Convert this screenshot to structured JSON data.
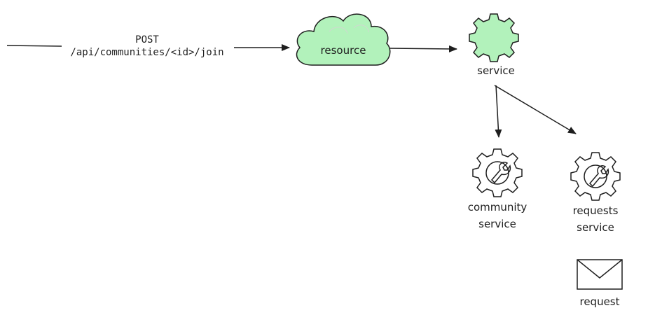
{
  "colors": {
    "stroke": "#1e1e1e",
    "resource_fill": "#b2f2bb",
    "service_fill": "#b2f2bb"
  },
  "edge_label": {
    "method": "POST",
    "path": "/api/communities/<id>/join"
  },
  "nodes": {
    "resource": {
      "label": "resource",
      "icon": "cloud-icon"
    },
    "service": {
      "label": "service",
      "icon": "gear-icon"
    },
    "community_service": {
      "line1": "community",
      "line2": "service",
      "icon": "wrench-gear-icon"
    },
    "requests_service": {
      "line1": "requests",
      "line2": "service",
      "icon": "wrench-gear-icon"
    },
    "request": {
      "label": "request",
      "icon": "envelope-icon"
    }
  }
}
